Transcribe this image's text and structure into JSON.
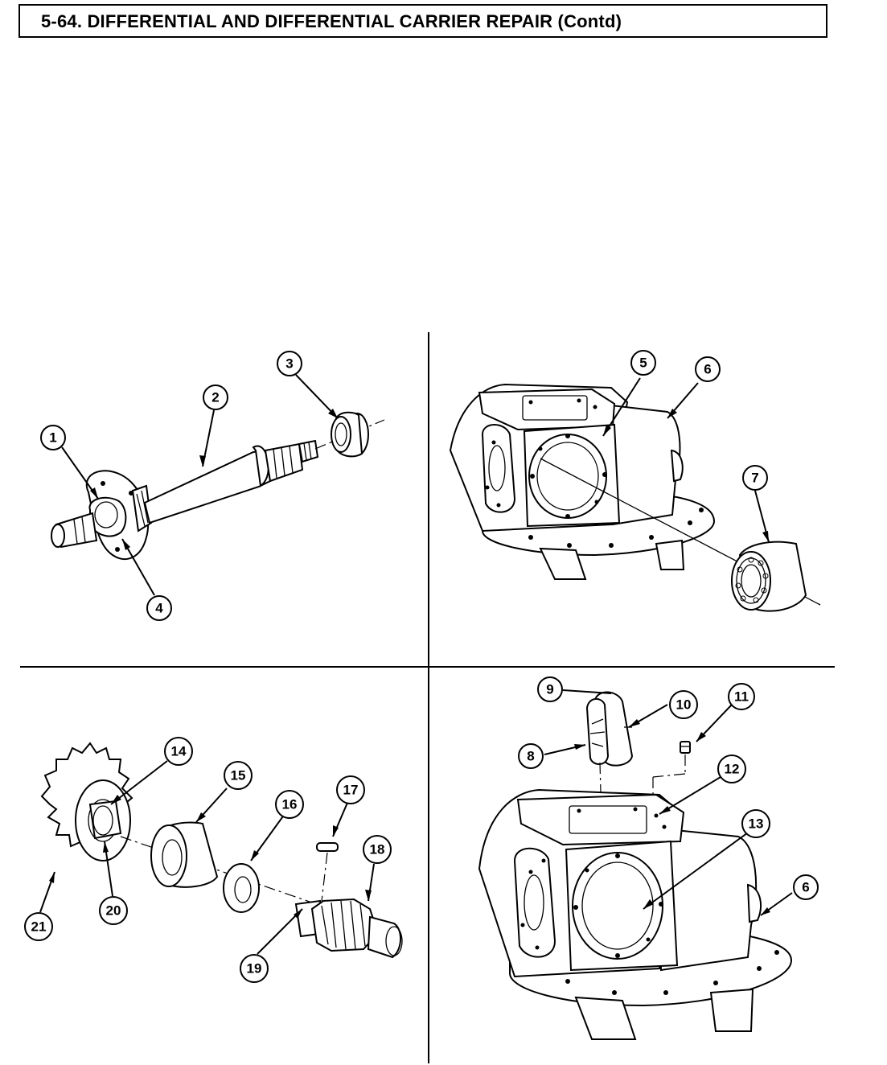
{
  "header": {
    "title": "5-64. DIFFERENTIAL AND DIFFERENTIAL CARRIER REPAIR (Contd)"
  },
  "callouts": {
    "c1": "1",
    "c2": "2",
    "c3": "3",
    "c4": "4",
    "c5": "5",
    "c6a": "6",
    "c7": "7",
    "c8": "8",
    "c9": "9",
    "c10": "10",
    "c11": "11",
    "c12": "12",
    "c13": "13",
    "c14": "14",
    "c15": "15",
    "c16": "16",
    "c17": "17",
    "c18": "18",
    "c19": "19",
    "c20": "20",
    "c21": "21",
    "c6b": "6"
  }
}
